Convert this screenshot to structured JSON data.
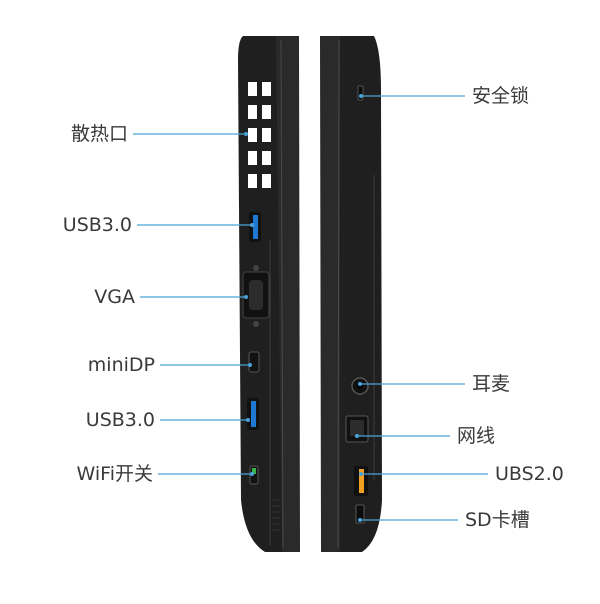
{
  "colors": {
    "body_dark": "#1f1f1f",
    "body_mid": "#2c2c2c",
    "edge": "#3a3a3a",
    "usb3_blue": "#1f78d1",
    "usb2_orange": "#f0a020",
    "wifi_green": "#3cb34a",
    "leader_line": "#4aa3d8",
    "text": "#3a3a3a"
  },
  "labels": {
    "left": [
      {
        "id": "vent",
        "text": "散热口"
      },
      {
        "id": "usb3-a",
        "text": "USB3.0"
      },
      {
        "id": "vga",
        "text": "VGA"
      },
      {
        "id": "minidp",
        "text": "miniDP"
      },
      {
        "id": "usb3-b",
        "text": "USB3.0"
      },
      {
        "id": "wifi",
        "text": "WiFi开关"
      }
    ],
    "right": [
      {
        "id": "lock",
        "text": "安全锁"
      },
      {
        "id": "audio",
        "text": "耳麦"
      },
      {
        "id": "ethernet",
        "text": "网线"
      },
      {
        "id": "usb2",
        "text": "UBS2.0"
      },
      {
        "id": "sd",
        "text": "SD卡槽"
      }
    ]
  },
  "icons": [
    "vent-icon",
    "usb-port-icon",
    "vga-port-icon",
    "minidp-port-icon",
    "wifi-switch-icon",
    "lock-slot-icon",
    "audio-jack-icon",
    "ethernet-port-icon",
    "sd-slot-icon"
  ]
}
